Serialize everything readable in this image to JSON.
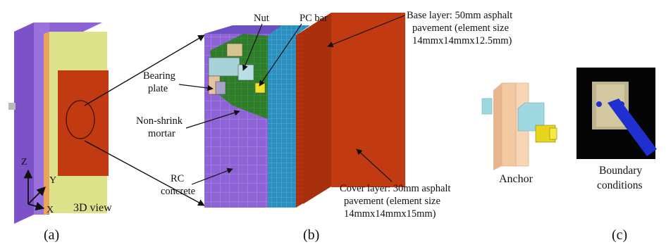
{
  "panels": {
    "a": {
      "caption": "(a)",
      "view_label": "3D view",
      "axes": {
        "z": "Z",
        "y": "Y",
        "x": "X"
      }
    },
    "b": {
      "caption": "(b)",
      "labels": {
        "nut": "Nut",
        "pc_bar": "PC bar",
        "bearing_plate": [
          "Bearing",
          "plate"
        ],
        "mortar": [
          "Non-shrink",
          "mortar"
        ],
        "concrete": [
          "RC",
          "concrete"
        ],
        "base_layer": [
          "Base layer: 50mm asphalt",
          "pavement (element size",
          "14mmx14mmx12.5mm)"
        ],
        "cover_layer": [
          "Cover layer: 30mm asphalt",
          "pavement (element size",
          "14mmx14mmx15mm)"
        ]
      }
    },
    "c": {
      "caption": "(c)",
      "anchor_label": "Anchor",
      "boundary_label": [
        "Boundary",
        "conditions"
      ]
    }
  },
  "colors": {
    "purple": "#8d63d6",
    "yellow_green": "#dde38a",
    "red_brown": "#c23a12",
    "blue_mesh": "#2b8fc0",
    "green_mortar": "#2f7d2a",
    "tan": "#f3c9a2",
    "cyan": "#9fd8e0",
    "bar_blue": "#1f2fd0"
  }
}
